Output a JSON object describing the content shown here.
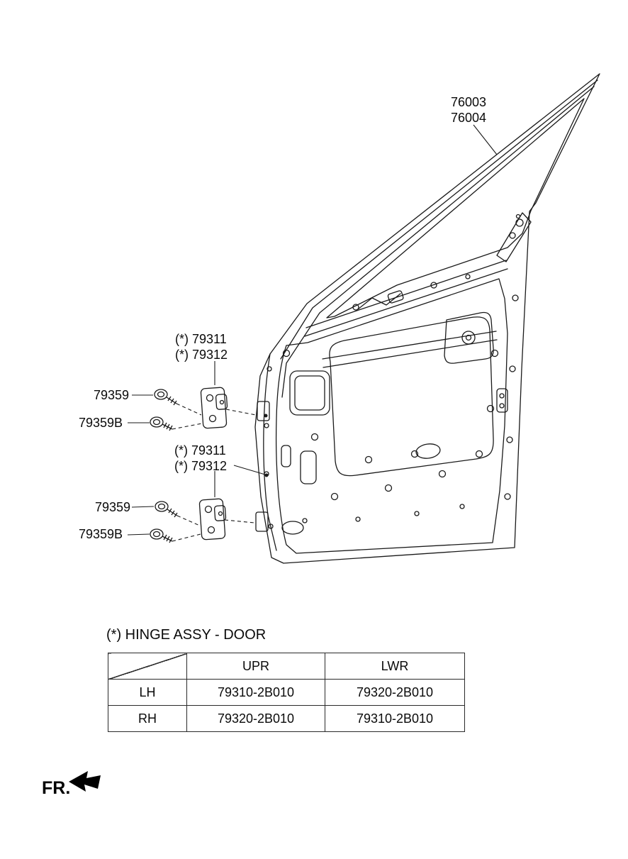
{
  "callouts": {
    "panel": [
      "76003",
      "76004"
    ],
    "hinge_upper": [
      "(*) 79311",
      "(*) 79312"
    ],
    "hinge_lower": [
      "(*) 79311",
      "(*) 79312"
    ],
    "bolt_upper": [
      "79359",
      "79359B"
    ],
    "bolt_lower": [
      "79359",
      "79359B"
    ]
  },
  "table": {
    "title": "(*) HINGE ASSY - DOOR",
    "col_headers": [
      "UPR",
      "LWR"
    ],
    "rows": [
      {
        "side": "LH",
        "upr": "79310-2B010",
        "lwr": "79320-2B010"
      },
      {
        "side": "RH",
        "upr": "79320-2B010",
        "lwr": "79310-2B010"
      }
    ]
  },
  "footer": {
    "fr_label": "FR."
  },
  "colors": {
    "line": "#1a1a1a",
    "background": "#ffffff"
  }
}
